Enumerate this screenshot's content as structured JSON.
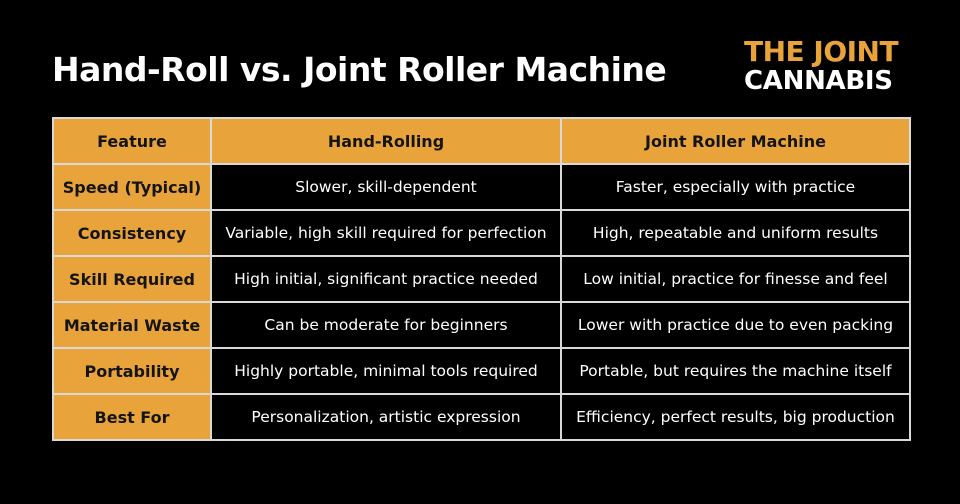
{
  "title": "Hand-Roll vs. Joint Roller Machine",
  "logo": {
    "line1": "THE JOINT",
    "line2": "CANNABIS"
  },
  "colors": {
    "accent": "#e8a33a",
    "background": "#000000",
    "border": "#d9d9d9"
  },
  "table": {
    "headers": [
      "Feature",
      "Hand-Rolling",
      "Joint Roller Machine"
    ],
    "rows": [
      [
        "Speed (Typical)",
        "Slower, skill-dependent",
        "Faster, especially with practice"
      ],
      [
        "Consistency",
        "Variable, high skill required for perfection",
        "High, repeatable and uniform results"
      ],
      [
        "Skill Required",
        "High initial, significant practice needed",
        "Low initial, practice for finesse and feel"
      ],
      [
        "Material Waste",
        "Can be moderate for beginners",
        "Lower with practice due to even packing"
      ],
      [
        "Portability",
        "Highly portable, minimal tools required",
        "Portable, but requires the machine itself"
      ],
      [
        "Best For",
        "Personalization, artistic expression",
        "Efficiency, perfect results, big production"
      ]
    ]
  }
}
